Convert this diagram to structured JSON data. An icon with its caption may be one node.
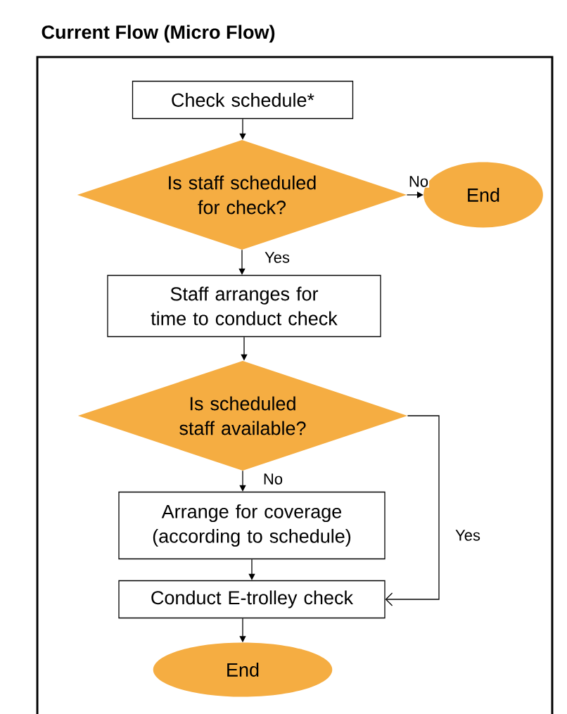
{
  "diagram": {
    "title": "Current Flow (Micro Flow)",
    "nodes": [
      {
        "text": [
          "Check schedule*"
        ]
      },
      {
        "text": [
          "Is staff scheduled for check?"
        ]
      },
      {
        "text": [
          "End"
        ]
      },
      {
        "text": [
          "Staff arranges for time to conduct check"
        ]
      },
      {
        "text": [
          "Is scheduled staff available?"
        ]
      },
      {
        "text": [
          "Arrange for coverage (according to schedule)"
        ]
      },
      {
        "text": [
          "Conduct E-trolley check"
        ]
      },
      {
        "text": [
          "End"
        ]
      }
    ],
    "edges": [
      {
        "from": 0,
        "to": 1,
        "arrow": "to"
      },
      {
        "from": 1,
        "to": 2,
        "arrow": "to",
        "label": "No"
      },
      {
        "from": 1,
        "to": 3,
        "arrow": "to",
        "label": "Yes"
      },
      {
        "from": 3,
        "to": 4,
        "arrow": "to"
      },
      {
        "from": 4,
        "to": 5,
        "arrow": "to",
        "label": "No"
      },
      {
        "from": 5,
        "to": 6,
        "arrow": "to"
      },
      {
        "from": 4,
        "to": 6,
        "arrow": "to",
        "label": "Yes"
      },
      {
        "from": 6,
        "to": 7,
        "arrow": "to"
      }
    ]
  }
}
